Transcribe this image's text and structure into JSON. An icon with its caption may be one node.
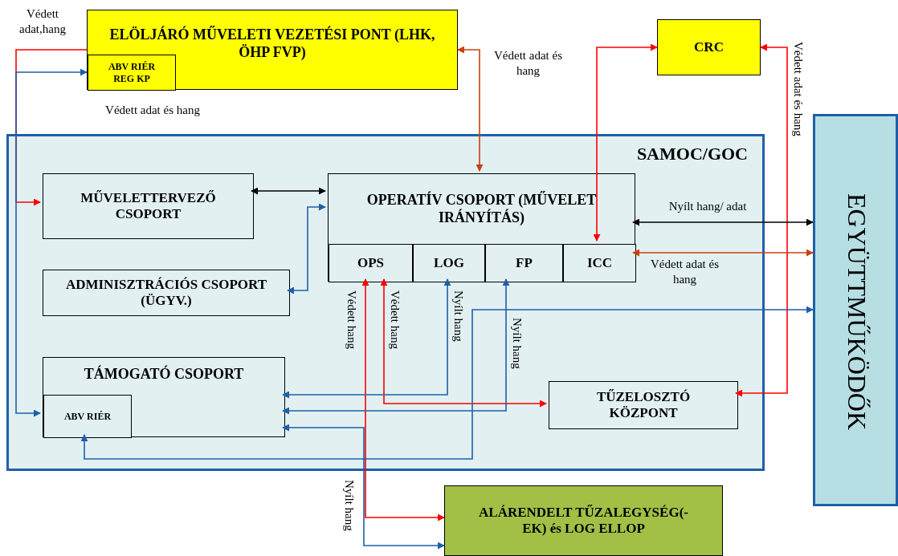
{
  "diagram": {
    "nodes": [
      {
        "text": [
          "ELÖLJÁRÓ MŰVELETI VEZETÉSI PONT (LHK, ÖHP FVP)"
        ]
      },
      {
        "text": [
          "ABV RIÉR REG KP"
        ],
        "in": 0
      },
      {
        "text": [
          "CRC"
        ]
      },
      {
        "text": [
          "SAMOC/GOC"
        ]
      },
      {
        "text": [
          "MŰVELETTERVEZŐ CSOPORT"
        ],
        "in": 3
      },
      {
        "text": [
          "OPERATÍV CSOPORT (MŰVELET IRÁNYÍTÁS)"
        ],
        "in": 3
      },
      {
        "text": [
          "OPS"
        ],
        "in": 5
      },
      {
        "text": [
          "LOG"
        ],
        "in": 5
      },
      {
        "text": [
          "FP"
        ],
        "in": 5
      },
      {
        "text": [
          "ICC"
        ],
        "in": 5
      },
      {
        "text": [
          "ADMINISZTRÁCIÓS CSOPORT (ÜGYV.)"
        ],
        "in": 3
      },
      {
        "text": [
          "TÁMOGATÓ CSOPORT"
        ],
        "in": 3
      },
      {
        "text": [
          "ABV RIÉR"
        ],
        "in": 11
      },
      {
        "text": [
          "TŰZELOSZTÓ KÖZPONT"
        ],
        "in": 3
      },
      {
        "text": [
          "EGYÜTTMŰKÖDŐK"
        ]
      },
      {
        "text": [
          "ALÁRENDELT TŰZALEGYSÉG(-EK) és LOG ELLOP"
        ]
      }
    ],
    "edges": [
      {
        "from": 0,
        "to": 4,
        "arrow": "to",
        "label": "Védett adat,hang",
        "color": "#ff0000"
      },
      {
        "from": 12,
        "to": 1,
        "arrow": "both",
        "label": "Védett adat és hang"
      },
      {
        "from": 0,
        "to": 5,
        "arrow": "both",
        "label": "Védett adat és hang",
        "color": "#c8400f"
      },
      {
        "from": 2,
        "to": 9,
        "arrow": "both",
        "color": "#ff0000"
      },
      {
        "from": 2,
        "to": 13,
        "arrow": "both",
        "label": "Védett adat és hang",
        "color": "#ff0000"
      },
      {
        "from": 4,
        "to": 5,
        "arrow": "both",
        "color": "#000000"
      },
      {
        "from": 5,
        "to": 14,
        "arrow": "both",
        "label": "Nyílt hang/ adat",
        "color": "#000000"
      },
      {
        "from": 9,
        "to": 14,
        "arrow": "both",
        "label": "Védett adat és hang",
        "color": "#c8400f"
      },
      {
        "from": 10,
        "to": 5,
        "arrow": "both"
      },
      {
        "from": 6,
        "to": 15,
        "arrow": "both",
        "label": "Védett hang",
        "color": "#ff0000"
      },
      {
        "from": 6,
        "to": 13,
        "arrow": "both",
        "label": "Védett hang",
        "color": "#ff0000"
      },
      {
        "from": 7,
        "to": 11,
        "arrow": "both",
        "label": "Nyílt hang"
      },
      {
        "from": 8,
        "to": 11,
        "arrow": "both",
        "label": "Nyílt hang"
      },
      {
        "from": 11,
        "to": 15,
        "arrow": "both",
        "label": "Nyílt hang"
      },
      {
        "from": 12,
        "to": 14,
        "arrow": "both"
      }
    ]
  }
}
